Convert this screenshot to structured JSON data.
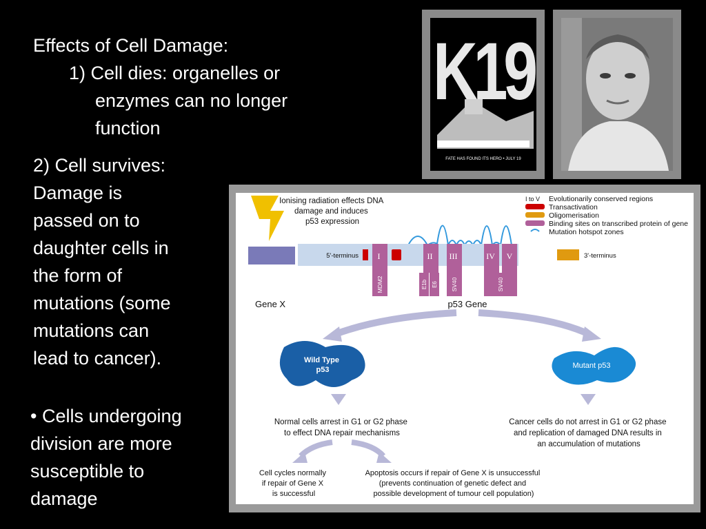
{
  "slide": {
    "title": "Effects of Cell Damage:",
    "point1": {
      "line1": "1) Cell dies: organelles or",
      "line2": "enzymes can no longer",
      "line3": "function"
    },
    "point2": [
      "2) Cell survives:",
      "Damage is",
      "passed on to",
      "daughter cells in",
      "the form of",
      "mutations (some",
      "mutations can",
      "lead to cancer)."
    ],
    "bullet": [
      "• Cells undergoing",
      "division are more",
      "susceptible to",
      "damage"
    ]
  },
  "poster": {
    "big_text": "K19",
    "tagline": "FATE HAS FOUND ITS HERO • JULY 19"
  },
  "diagram": {
    "colors": {
      "transactivation": "#cc0000",
      "oligomerisation": "#e09a10",
      "binding": "#b0609a",
      "hotspot": "#3399dd",
      "wildtype": "#1a5fa6",
      "mutant": "#1a8ad4",
      "gene_bar": "#c8d8ec",
      "lightning": "#f0c000",
      "arrow": "#b8b8d8"
    },
    "radiation_text": [
      "Ionising radiation effects DNA",
      "damage and induces",
      "p53 expression"
    ],
    "legend": {
      "regions_symbol": "I to V",
      "regions": "Evolutionarily conserved regions",
      "transactivation": "Transactivation",
      "oligomerisation": "Oligomerisation",
      "binding": "Binding sites on transcribed protein of gene",
      "hotspot": "Mutation hotspot zones"
    },
    "five_terminus": "5'-terminus",
    "three_terminus": "3'-terminus",
    "regions": [
      "I",
      "II",
      "III",
      "IV",
      "V"
    ],
    "binding_labels": [
      "MDM2",
      "E1b",
      "E6",
      "SV40",
      "SV40"
    ],
    "gene_x": "Gene X",
    "p53_gene": "p53 Gene",
    "wild_type": [
      "Wild Type",
      "p53"
    ],
    "mutant": "Mutant p53",
    "normal_cells": [
      "Normal cells arrest in G1 or G2 phase",
      "to effect DNA repair mechanisms"
    ],
    "cancer_cells": [
      "Cancer cells do not arrest in G1 or G2 phase",
      "and replication of damaged DNA results in",
      "an accumulation of mutations"
    ],
    "cycles_normally": [
      "Cell cycles normally",
      "if repair of Gene X",
      "is successful"
    ],
    "apoptosis": [
      "Apoptosis occurs if repair of Gene X is unsuccessful",
      "(prevents continuation of genetic defect and",
      "possible development of tumour cell population)"
    ]
  }
}
